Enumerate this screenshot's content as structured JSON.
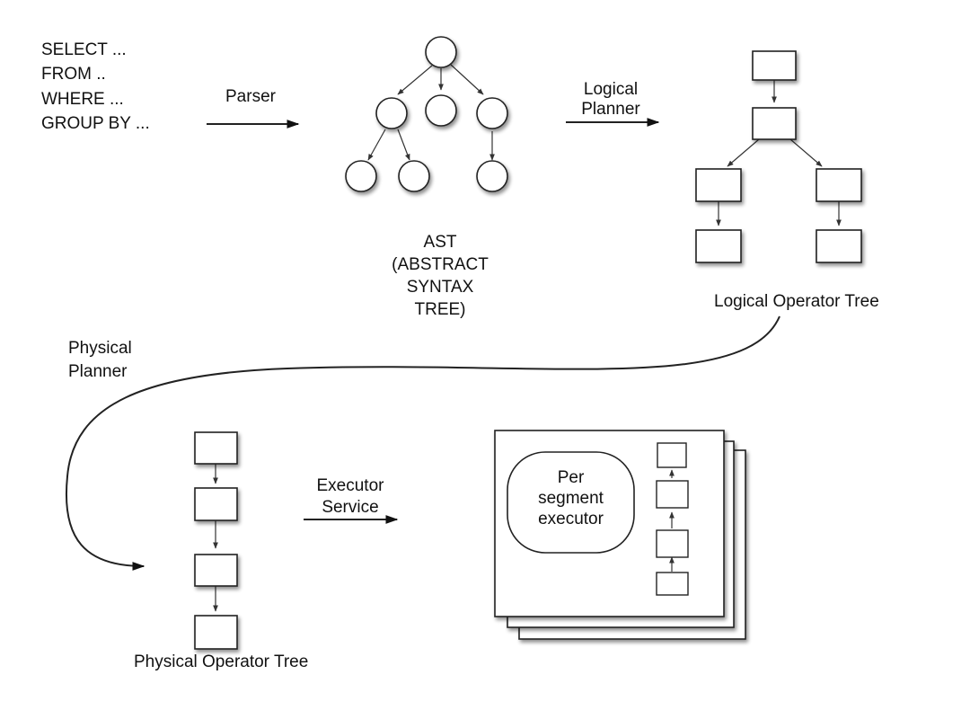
{
  "sql": {
    "line1": "SELECT ...",
    "line2": "FROM ..",
    "line3": "WHERE ...",
    "line4": "GROUP BY ..."
  },
  "parser": {
    "label": "Parser"
  },
  "ast": {
    "line1": "AST",
    "line2": "(ABSTRACT",
    "line3": "SYNTAX",
    "line4": "TREE)"
  },
  "logical_planner": {
    "line1": "Logical",
    "line2": "Planner"
  },
  "logical_tree": {
    "caption": "Logical Operator Tree"
  },
  "physical_planner": {
    "line1": "Physical",
    "line2": "Planner"
  },
  "physical_tree": {
    "caption": "Physical Operator Tree"
  },
  "executor_service": {
    "line1": "Executor",
    "line2": "Service"
  },
  "segment_executor": {
    "line1": "Per",
    "line2": "segment",
    "line3": "executor"
  }
}
